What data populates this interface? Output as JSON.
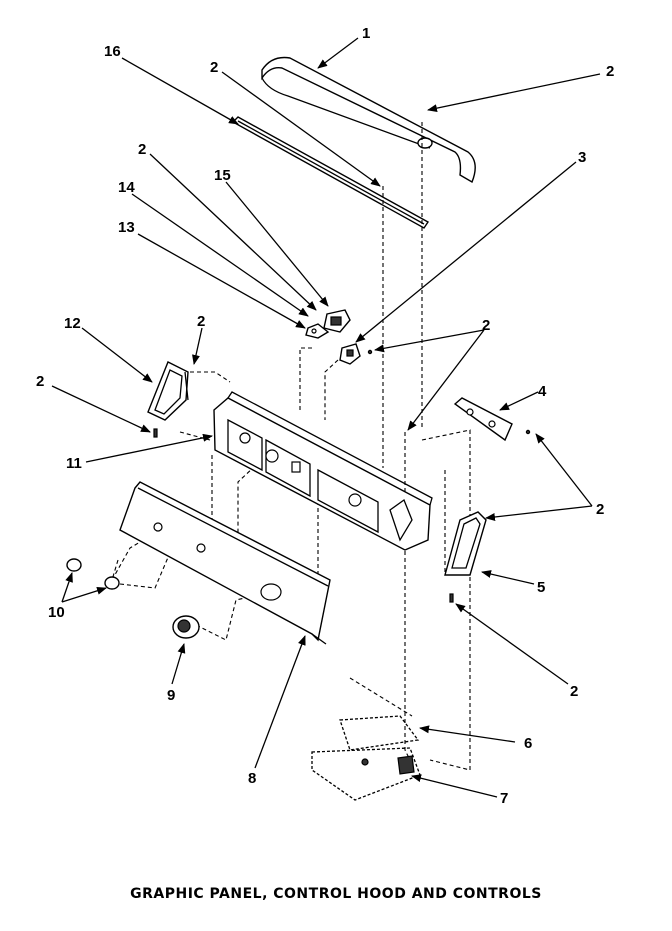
{
  "caption": "GRAPHIC PANEL, CONTROL HOOD AND CONTROLS",
  "callouts": {
    "c1": "1",
    "c2a": "2",
    "c2b": "2",
    "c2c": "2",
    "c2d": "2",
    "c2e": "2",
    "c2f": "2",
    "c2g": "2",
    "c2h": "2",
    "c3": "3",
    "c4": "4",
    "c5": "5",
    "c6": "6",
    "c7": "7",
    "c8": "8",
    "c9": "9",
    "c10": "10",
    "c11": "11",
    "c12": "12",
    "c13": "13",
    "c14": "14",
    "c15": "15",
    "c16": "16"
  }
}
